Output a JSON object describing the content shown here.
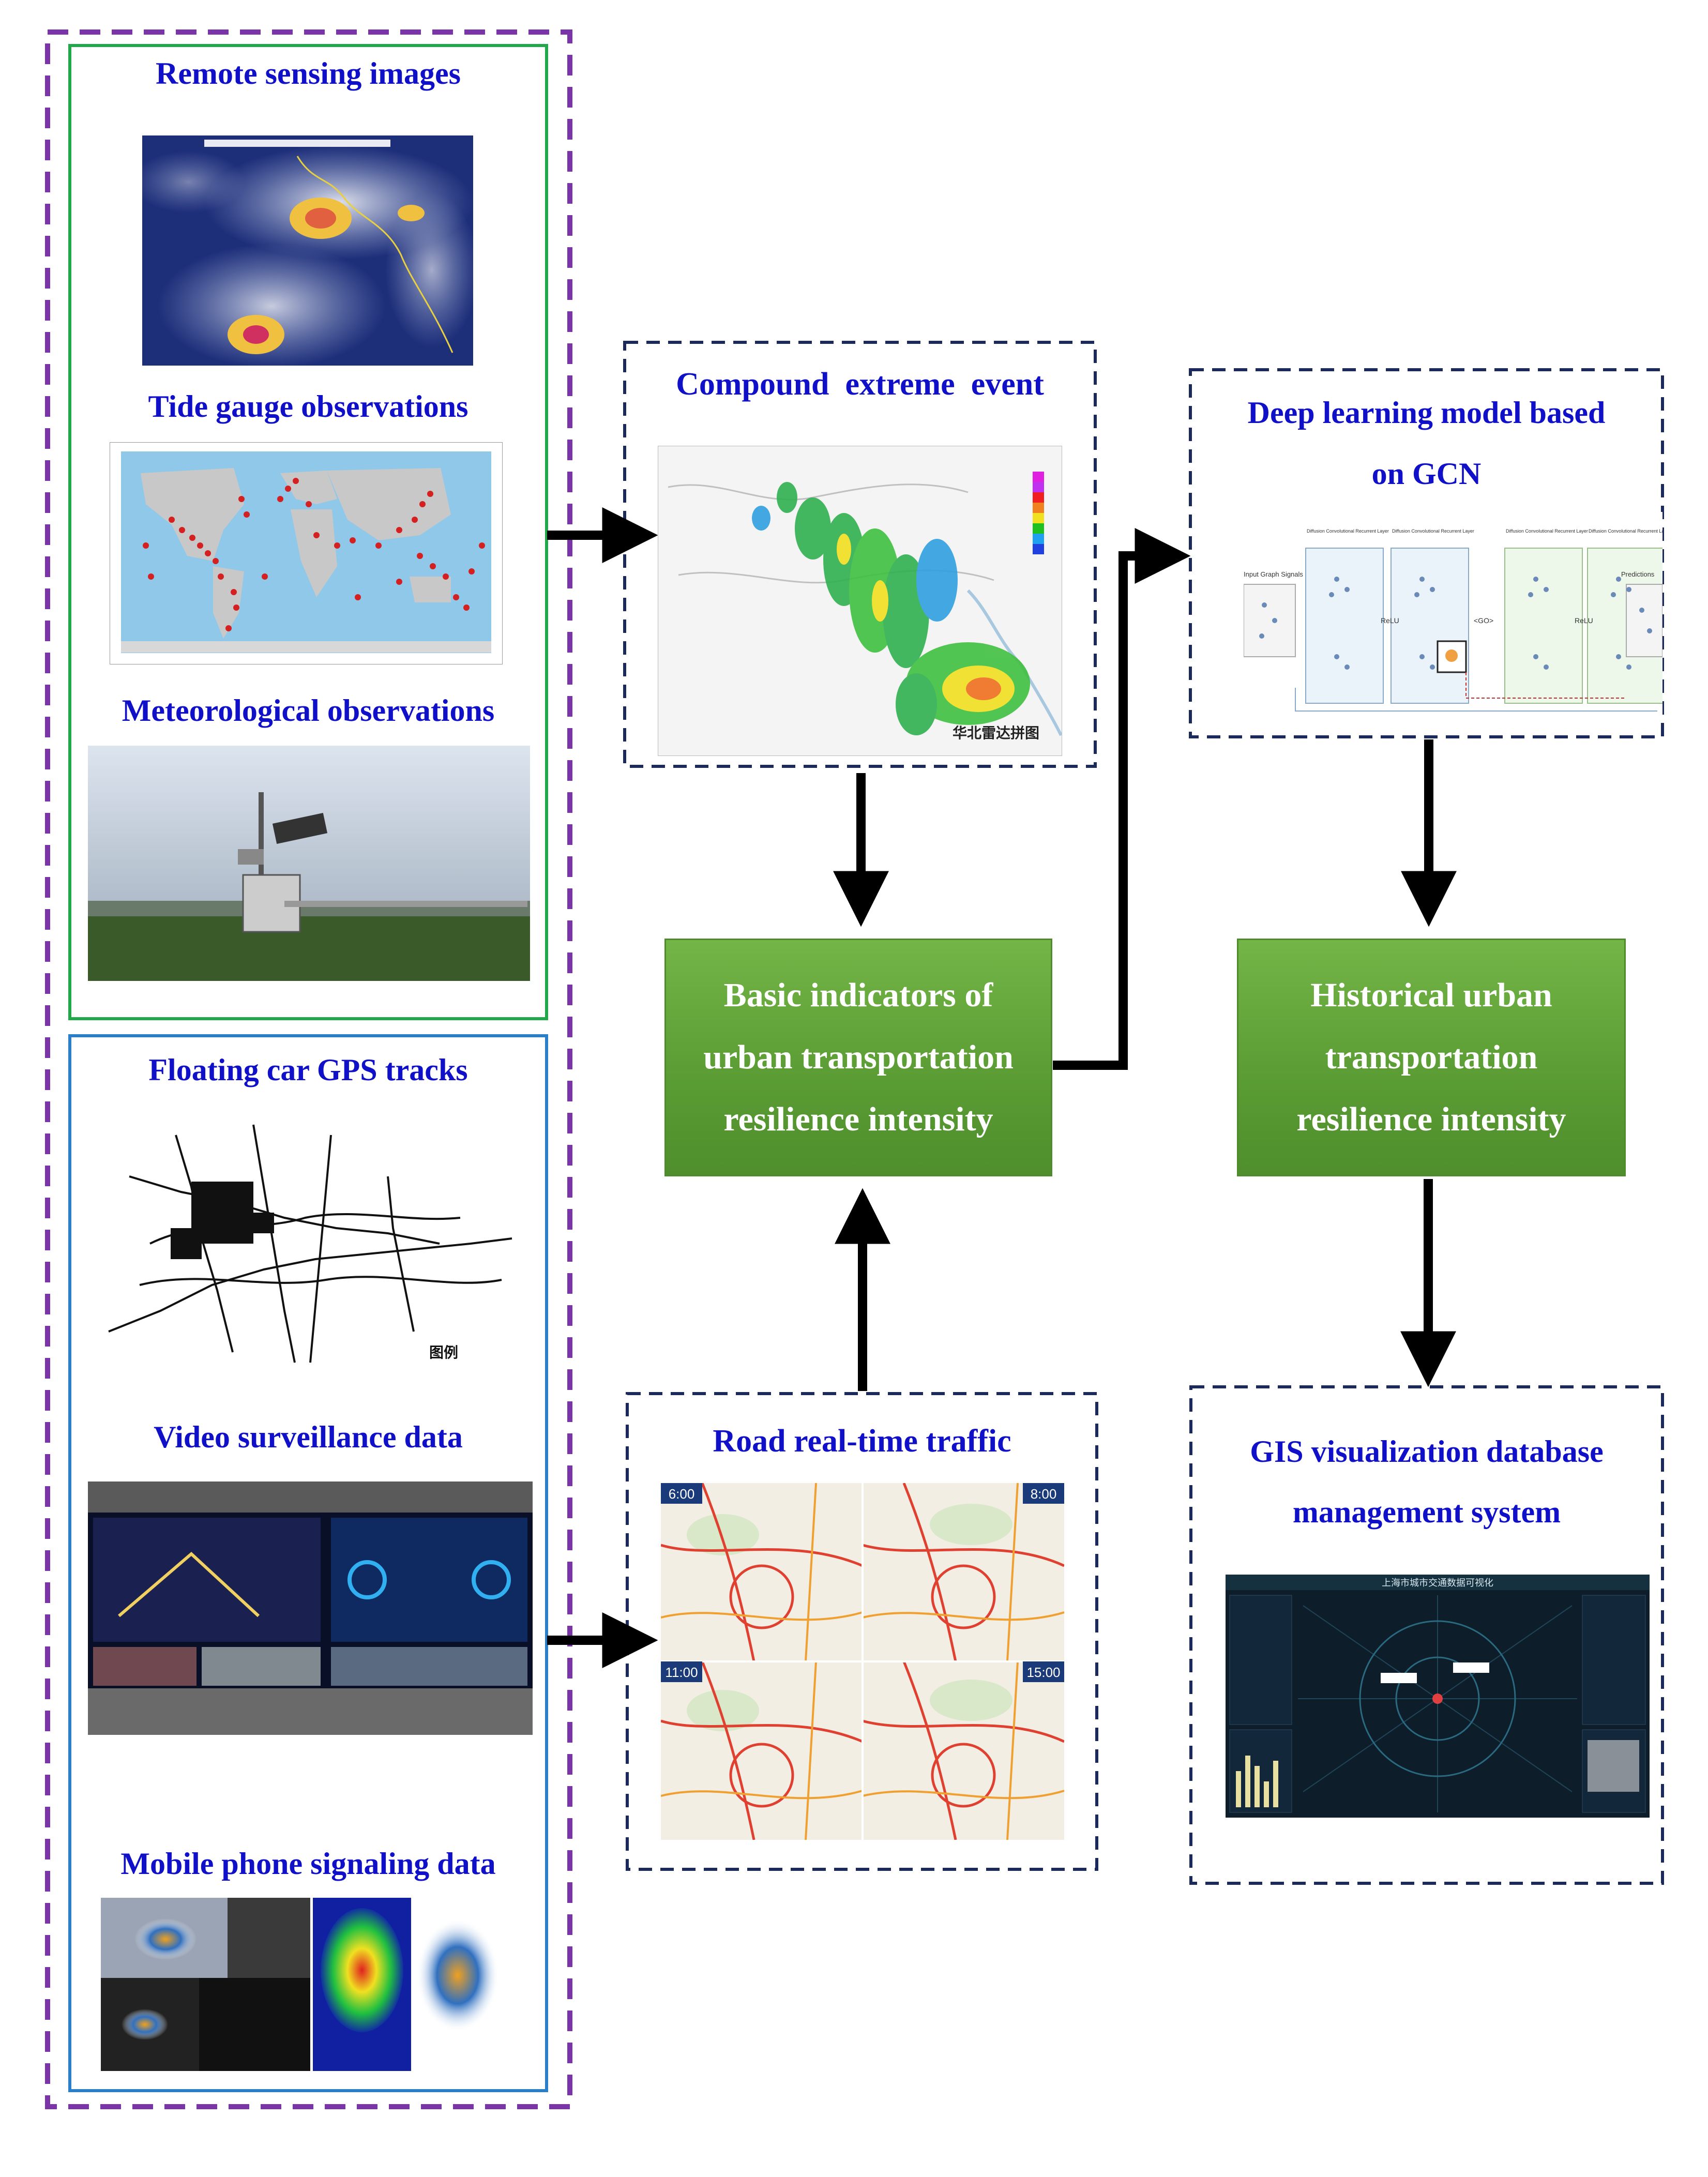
{
  "left_panel": {
    "remote_sensing": "Remote sensing images",
    "tide_gauge": "Tide gauge observations",
    "meteorological": "Meteorological observations",
    "floating_car": "Floating car GPS tracks",
    "video": "Video surveillance data",
    "mobile": "Mobile phone signaling data",
    "legend_label": "图例"
  },
  "compound": {
    "title": "Compound  extreme  event",
    "caption": "华北雷达拼图"
  },
  "basic": {
    "line1": "Basic indicators of",
    "line2": "urban transportation",
    "line3": "resilience intensity"
  },
  "road": {
    "title": "Road real-time traffic",
    "t1": "6:00",
    "t2": "8:00",
    "t3": "11:00",
    "t4": "15:00"
  },
  "deep": {
    "line1": "Deep learning model based",
    "line2": "on GCN",
    "input_label": "Input Graph Signals",
    "layer_label": "Diffusion Convolutional Recurrent Layer",
    "relu": "ReLU",
    "go": "<GO>",
    "predictions": "Predictions"
  },
  "historical": {
    "line1": "Historical urban",
    "line2": "transportation",
    "line3": "resilience intensity"
  },
  "gis": {
    "line1": "GIS visualization database",
    "line2": "management system",
    "screen_title": "上海市城市交通数据可视化"
  },
  "colors": {
    "title_blue": "#1010c8",
    "purple_border": "#7b35a8",
    "green_border": "#22a84a",
    "blue_border": "#2a7fc8",
    "navy_dash": "#1b2a5a",
    "box_green": "#5c9e35"
  }
}
